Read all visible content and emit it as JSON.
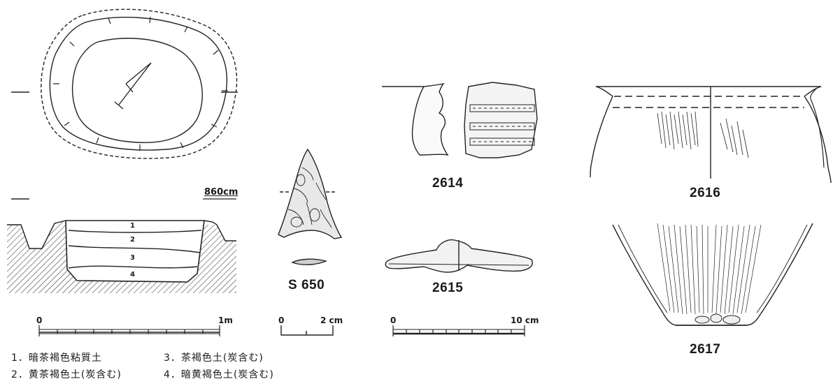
{
  "figure": {
    "pit": {
      "elevation_label": "860cm",
      "layer_numbers": [
        "1",
        "2",
        "3",
        "4"
      ]
    },
    "labels": {
      "s650": "S 650",
      "f2614": "2614",
      "f2615": "2615",
      "f2616": "2616",
      "f2617": "2617"
    },
    "scales": [
      {
        "start": "0",
        "end": "1m"
      },
      {
        "start": "0",
        "end": "2 cm"
      },
      {
        "start": "0",
        "end": "10 cm"
      }
    ],
    "legend": [
      "1．暗茶褐色粘質土",
      "2．黄茶褐色土(炭含む)",
      "3．茶褐色土(炭含む)",
      "4．暗黄褐色土(炭含む)"
    ]
  }
}
